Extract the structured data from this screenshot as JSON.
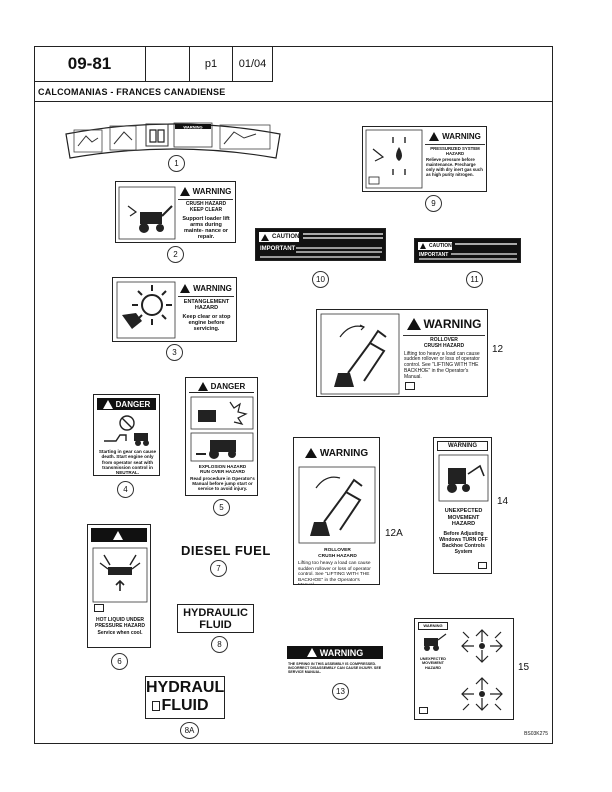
{
  "header": {
    "code": "09-81",
    "page": "p1",
    "date": "01/04"
  },
  "section_title": "CALCOMANIAS - FRANCES CANADIENSE",
  "decals": {
    "d1": {
      "callout": "1",
      "text": "WARNING"
    },
    "d2": {
      "callout": "2",
      "title": "WARNING",
      "line1": "CRUSH HAZARD",
      "line2": "KEEP CLEAR",
      "line3": "Support loader lift arms during mainte- nance or repair."
    },
    "d3": {
      "callout": "3",
      "title": "WARNING",
      "line1": "ENTANGLEMENT",
      "line2": "HAZARD",
      "line3": "Keep clear or stop engine before servicing."
    },
    "d4": {
      "callout": "4",
      "title": "DANGER",
      "line1": "Starting in gear can cause death. Start engine only from operator seat with transmission control in NEUTRAL."
    },
    "d5": {
      "callout": "5",
      "title": "DANGER",
      "line1": "EXPLOSION HAZARD",
      "line2": "RUN OVER HAZARD",
      "line3": "Read procedure in Operator's Manual before jump start or service to avoid injury."
    },
    "d6": {
      "callout": "6",
      "line1": "HOT LIQUID UNDER",
      "line2": "PRESSURE HAZARD",
      "line3": "Service when cool."
    },
    "d7": {
      "callout": "7",
      "text": "DIESEL FUEL"
    },
    "d8": {
      "callout": "8",
      "line1": "HYDRAULIC",
      "line2": "FLUID"
    },
    "d8a": {
      "callout": "8A",
      "line1": "HYDRAULIC",
      "line2": "FLUID"
    },
    "d9": {
      "callout": "9",
      "title": "WARNING",
      "line1": "PRESSURIZED SYSTEM",
      "line2": "HAZARD",
      "line3": "Relieve pressure before maintenance. Precharge only with dry inert gas such as high purity nitrogen."
    },
    "d10": {
      "callout": "10",
      "title": "CAUTION",
      "line1": "IMPORTANT"
    },
    "d11": {
      "callout": "11",
      "title": "CAUTION",
      "line1": "IMPORTANT"
    },
    "d12": {
      "label": "12",
      "title": "WARNING",
      "line1": "ROLLOVER",
      "line2": "CRUSH HAZARD",
      "line3": "Lifting too heavy a load can cause sudden rollover or loss of operator control. See \"LIFTING WITH THE BACKHOE\" in the Operator's Manual."
    },
    "d12a": {
      "label": "12A",
      "title": "WARNING",
      "line1": "ROLLOVER",
      "line2": "CRUSH HAZARD",
      "line3": "Lifting too heavy a load can cause sudden rollover or loss of operator control. See \"LIFTING WITH THE BACKHOE\" in the Operator's Manual."
    },
    "d13": {
      "callout": "13",
      "title": "WARNING",
      "line1": "THE SPRING IN THIS ASSEMBLY IS COMPRESSED. INCORRECT DISASSEMBLY CAN CAUSE INJURY. SEE SERVICE MANUAL."
    },
    "d14": {
      "label": "14",
      "title": "WARNING",
      "line1": "UNEXPECTED",
      "line2": "MOVEMENT",
      "line3": "HAZARD",
      "line4": "Before Adjusting Windows TURN OFF Backhoe Controls System"
    },
    "d15": {
      "label": "15",
      "title": "WARNING",
      "line1": "UNEXPECTED MOVEMENT HAZARD"
    }
  },
  "footer_ref": "BS03K275"
}
